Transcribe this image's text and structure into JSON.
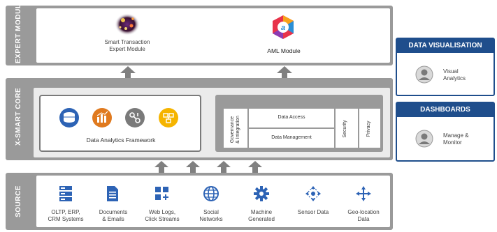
{
  "expert_modules": {
    "band_label": "EXPERT MODULES",
    "modules": [
      {
        "label": "Smart Transaction\nExpert Module",
        "icon": "fractal-mesh-icon"
      },
      {
        "label": "AML Module",
        "icon": "aml-logo-icon"
      }
    ]
  },
  "core": {
    "band_label": "X-SMART CORE",
    "framework_label": "Data Analytics Framework",
    "framework_icons": [
      {
        "name": "database-icon",
        "color": "#2d63b5"
      },
      {
        "name": "chart-icon",
        "color": "#e07a1f"
      },
      {
        "name": "connector-icon",
        "color": "#7a7a7a"
      },
      {
        "name": "workflow-icon",
        "color": "#f5b400"
      }
    ],
    "governance": {
      "left_label": "Governance\n& Integration",
      "data_access": "Data Access",
      "data_management": "Data Management",
      "security": "Security",
      "privacy": "Privacy"
    }
  },
  "source": {
    "band_label": "SOURCE",
    "items": [
      {
        "label": "OLTP, ERP,\nCRM Systems",
        "icon": "server-stack-icon"
      },
      {
        "label": "Documents\n& Emails",
        "icon": "document-icon"
      },
      {
        "label": "Web Logs,\nClick Streams",
        "icon": "grid-plus-icon"
      },
      {
        "label": "Social\nNetworks",
        "icon": "globe-icon"
      },
      {
        "label": "Machine\nGenerated",
        "icon": "gear-icon"
      },
      {
        "label": "Sensor Data",
        "icon": "sensor-icon"
      },
      {
        "label": "Geo-location\nData",
        "icon": "geo-arrows-icon"
      }
    ]
  },
  "right_panels": [
    {
      "title": "DATA VISUALISATION",
      "label": "Visual\nAnalytics",
      "icon": "user-avatar-icon"
    },
    {
      "title": "DASHBOARDS",
      "label": "Manage &\nMonitor",
      "icon": "user-avatar-icon"
    }
  ],
  "colors": {
    "band": "#9a9a9a",
    "accent": "#1f4e8c"
  }
}
